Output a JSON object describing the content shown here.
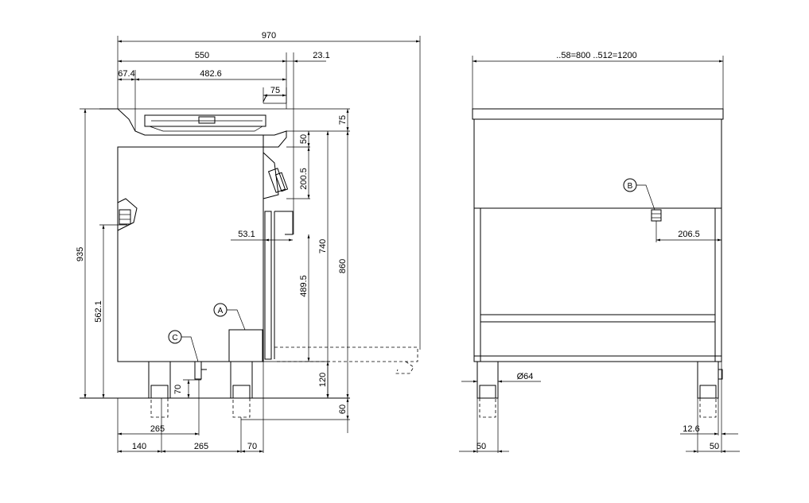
{
  "side_view": {
    "dims": {
      "overall_width": "970",
      "body_width": "550",
      "knob_projection": "23.1",
      "left_offset": "67.4",
      "burner_width": "482.6",
      "knob_offset": "75",
      "top_thickness": "75",
      "panel_top": "50",
      "panel_height": "200.5",
      "door_offset": "53.1",
      "height_740": "740",
      "height_860": "860",
      "door_height": "489.5",
      "height_935": "935",
      "connection_height": "562.1",
      "leg_height": "120",
      "drain_height": "70",
      "floor_clearance": "60",
      "drain_x": "265",
      "bottom_left": "140",
      "bottom_mid": "265",
      "bottom_right": "70"
    },
    "callouts": {
      "a": "A",
      "c": "C"
    }
  },
  "front_view": {
    "dims": {
      "width": "..58=800  ..512=1200",
      "connection_offset": "206.5",
      "leg_diameter": "Ø64",
      "left_leg": "50",
      "right_leg": "50",
      "leg_offset": "12.6"
    },
    "callouts": {
      "b": "B"
    }
  }
}
